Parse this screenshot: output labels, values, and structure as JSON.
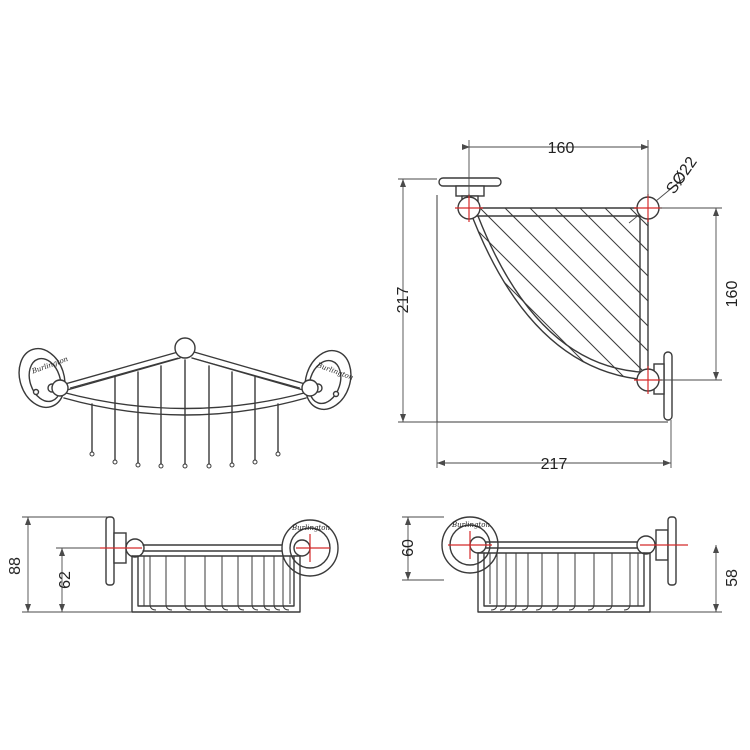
{
  "dimensions": {
    "top_width": "160",
    "sphere_dia": "SØ22",
    "top_depth": "160",
    "overall_height": "217",
    "overall_width": "217",
    "front_total_height": "88",
    "front_mount_height": "62",
    "side_total_height": "60",
    "side_mount_height": "58"
  },
  "logo": {
    "text": "Burlington"
  }
}
